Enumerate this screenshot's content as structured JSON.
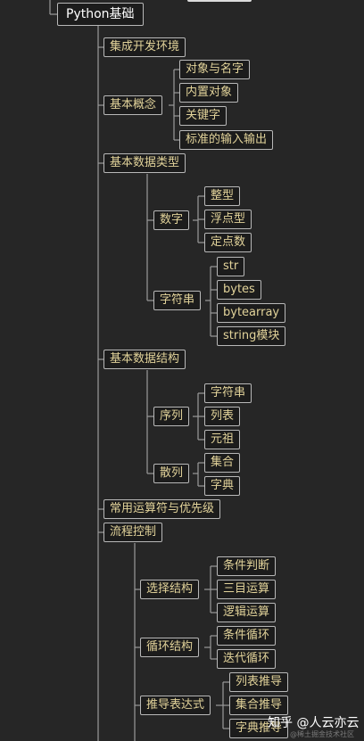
{
  "tree": {
    "root": "Python基础",
    "l1": {
      "ide": "集成开发环境",
      "basic": "基本概念",
      "types": "基本数据类型",
      "structs": "基本数据结构",
      "ops": "常用运算符与优先级",
      "flow": "流程控制"
    },
    "basic": {
      "obj_name": "对象与名字",
      "builtin": "内置对象",
      "keywords": "关键字",
      "io": "标准的输入输出"
    },
    "types": {
      "number": "数字",
      "int": "整型",
      "float": "浮点型",
      "fixed": "定点数",
      "string": "字符串",
      "str": "str",
      "bytes": "bytes",
      "bytearray": "bytearray",
      "strmod": "string模块"
    },
    "structs": {
      "seq": "序列",
      "seq_str": "字符串",
      "list": "列表",
      "tuple": "元祖",
      "hash": "散列",
      "set": "集合",
      "dict": "字典"
    },
    "flow": {
      "select": "选择结构",
      "cond": "条件判断",
      "ternary": "三目运算",
      "logic": "逻辑运算",
      "loop": "循环结构",
      "cond_loop": "条件循环",
      "iter_loop": "迭代循环",
      "comp": "推导表达式",
      "list_comp": "列表推导",
      "set_comp": "集合推导",
      "dict_comp": "字典推导"
    }
  },
  "watermark": {
    "main": "知乎 @人云亦云",
    "sub": "@稀土掘金技术社区"
  }
}
